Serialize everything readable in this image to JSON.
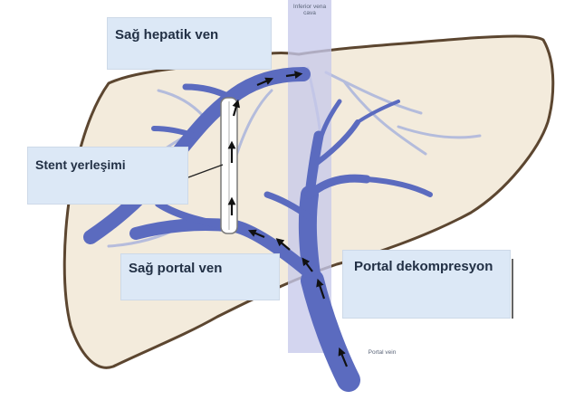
{
  "labels": {
    "hepatic_vein": "Sağ hepatik ven",
    "stent": "Stent yerleşimi",
    "portal_vein_right": "Sağ portal ven",
    "decompression": "Portal dekompresyon",
    "ivc": "Inferior vena cava",
    "portal_vein": "Portal vein"
  },
  "colors": {
    "liver_fill": "#f3ebdc",
    "liver_outline": "#5c4630",
    "vein": "#5b6bbf",
    "vein_light": "#aab4dc",
    "ivc_band": "#c7c9ea",
    "callout_bg": "#dce8f6"
  }
}
